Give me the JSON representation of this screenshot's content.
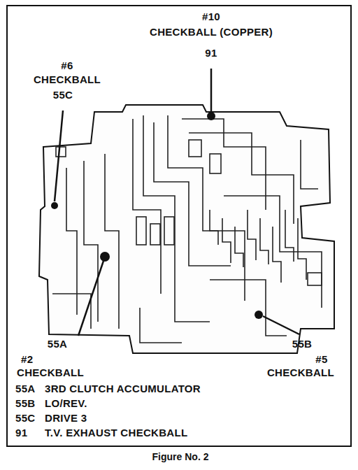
{
  "diagram": {
    "caption": "Figure No. 2",
    "labels": [
      "#10",
      "CHECKBALL (COPPER)",
      "91",
      "#6",
      "CHECKBALL",
      "55C",
      "55A",
      "#2",
      "CHECKBALL",
      "55B",
      "#5",
      "CHECKBALL",
      "55A",
      "3RD CLUTCH ACCUMULATOR",
      "55B",
      "LO/REV.",
      "55C",
      "DRIVE 3",
      "91",
      "T.V. EXHAUST CHECKBALL"
    ]
  }
}
